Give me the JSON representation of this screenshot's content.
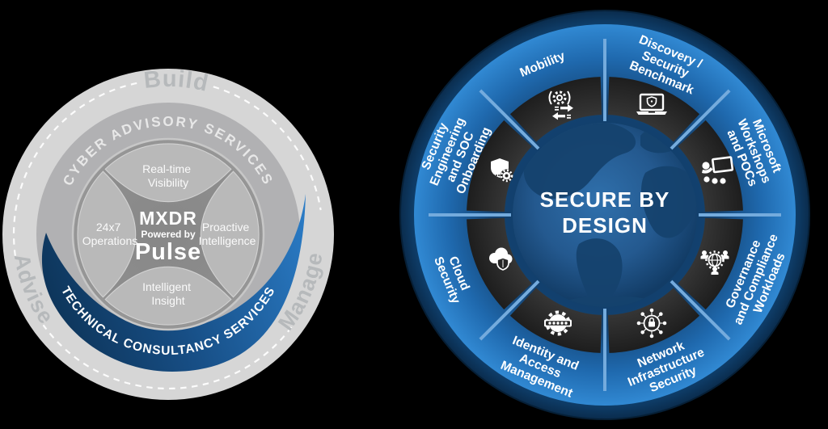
{
  "left_diagram": {
    "build_label": "Build",
    "advise_label": "Advise",
    "manage_label": "Manage",
    "advisory_ring_label": "CYBER ADVISORY SERVICES",
    "consultancy_band_label": "TECHNICAL CONSULTANCY SERVICES",
    "petal_top": {
      "line1": "Real-time",
      "line2": "Visibility"
    },
    "petal_left": {
      "line1": "24x7",
      "line2": "Operations"
    },
    "petal_right": {
      "line1": "Proactive",
      "line2": "Intelligence"
    },
    "petal_bottom": {
      "line1": "Intelligent",
      "line2": "Insight"
    },
    "hub": {
      "product": "MXDR",
      "tagline": "Powered by",
      "brand": "Pulse"
    },
    "colors": {
      "outer_ring": "#d6d6d6",
      "mid_ring": "#b1b1b3",
      "petal": "#b9b9b9",
      "hub_bg": "#8d8d8d",
      "swoosh_dark": "#0c3153",
      "swoosh_bright": "#2b7dc8",
      "ring_word": "#b6b9bb",
      "dashed_line": "#ffffff"
    }
  },
  "right_diagram": {
    "hub_title_line1": "SECURE BY",
    "hub_title_line2": "DESIGN",
    "segments": [
      {
        "label_lines": [
          "Mobility"
        ],
        "icon": "sync-gear-icon"
      },
      {
        "label_lines": [
          "Discovery /",
          "Security",
          "Benchmark"
        ],
        "icon": "laptop-shield-icon"
      },
      {
        "label_lines": [
          "Microsoft",
          "Workshops",
          "and POCs"
        ],
        "icon": "presentation-board-icon"
      },
      {
        "label_lines": [
          "Governance",
          "and Compliance",
          "Workloads"
        ],
        "icon": "governance-people-icon"
      },
      {
        "label_lines": [
          "Network",
          "Infrastructure",
          "Security"
        ],
        "icon": "network-lock-icon"
      },
      {
        "label_lines": [
          "Identity and",
          "Access",
          "Management"
        ],
        "icon": "gear-password-icon"
      },
      {
        "label_lines": [
          "Cloud",
          "Security"
        ],
        "icon": "cloud-shield-icon"
      },
      {
        "label_lines": [
          "Security",
          "Engineering",
          "and SOC",
          "Onboarding"
        ],
        "icon": "shield-gear-icon"
      }
    ],
    "colors": {
      "band_bright": "#3189d3",
      "band_dark": "#0d3659",
      "dark_ring": "#2a2a2a",
      "divider": "#74abdd",
      "rim": "#114677",
      "ocean": "#2d6ba6",
      "land": "#16436e"
    }
  }
}
